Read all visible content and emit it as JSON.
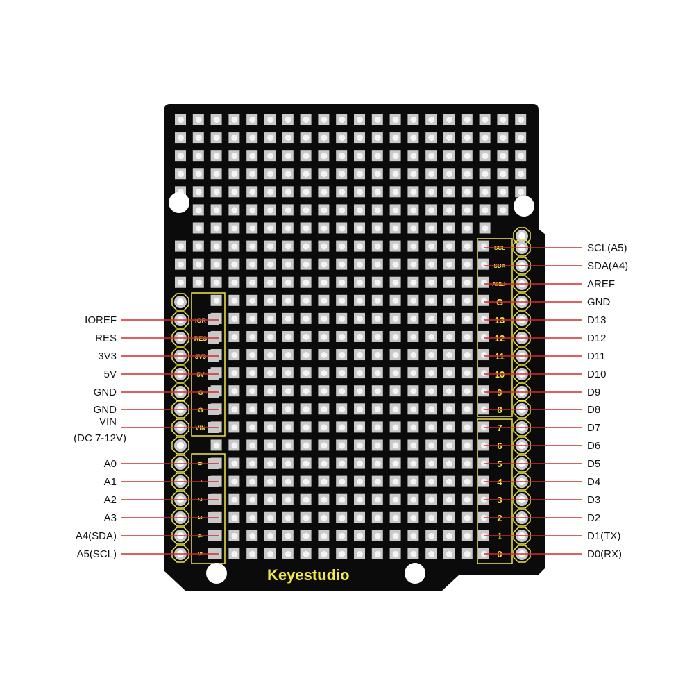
{
  "board": {
    "brand": "Keyestudio",
    "colors": {
      "board": "#0b0b0b",
      "pad": "#c9c9c9",
      "hole": "#ffffff",
      "silk": "#f2e84a",
      "leader": "#d42a2a"
    }
  },
  "left_labels": [
    {
      "text": "IOREF",
      "silk": "IOR"
    },
    {
      "text": "RES",
      "silk": "RES"
    },
    {
      "text": "3V3",
      "silk": "3V3"
    },
    {
      "text": "5V",
      "silk": "5V"
    },
    {
      "text": "GND",
      "silk": "G"
    },
    {
      "text": "GND",
      "silk": "G"
    },
    {
      "text": "VIN",
      "text2": "(DC 7-12V)",
      "silk": "VIN"
    },
    {
      "text": "A0",
      "silk": "0"
    },
    {
      "text": "A1",
      "silk": "1"
    },
    {
      "text": "A2",
      "silk": "2"
    },
    {
      "text": "A3",
      "silk": "3"
    },
    {
      "text": "A4(SDA)",
      "silk": "4"
    },
    {
      "text": "A5(SCL)",
      "silk": "5"
    }
  ],
  "right_labels": [
    {
      "text": "SCL(A5)",
      "silk": "SCL"
    },
    {
      "text": "SDA(A4)",
      "silk": "SDA"
    },
    {
      "text": "AREF",
      "silk": "AREF"
    },
    {
      "text": "GND",
      "silk": "G"
    },
    {
      "text": "D13",
      "silk": "13"
    },
    {
      "text": "D12",
      "silk": "12"
    },
    {
      "text": "D11",
      "silk": "11"
    },
    {
      "text": "D10",
      "silk": "10"
    },
    {
      "text": "D9",
      "silk": "9"
    },
    {
      "text": "D8",
      "silk": "8"
    },
    {
      "text": "D7",
      "silk": "7"
    },
    {
      "text": "D6",
      "silk": "6"
    },
    {
      "text": "D5",
      "silk": "5"
    },
    {
      "text": "D4",
      "silk": "4"
    },
    {
      "text": "D3",
      "silk": "3"
    },
    {
      "text": "D2",
      "silk": "2"
    },
    {
      "text": "D1(TX)",
      "silk": "1"
    },
    {
      "text": "D0(RX)",
      "silk": "0"
    }
  ]
}
